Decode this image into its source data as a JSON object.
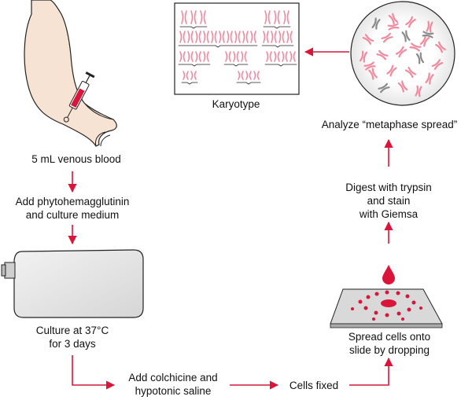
{
  "labels": {
    "venous_blood": "5 mL venous blood",
    "add_phyto_1": "Add phytohemagglutinin",
    "add_phyto_2": "and culture medium",
    "culture_1": "Culture at 37°C",
    "culture_2": "for 3 days",
    "colchicine_1": "Add colchicine and",
    "colchicine_2": "hypotonic saline",
    "cells_fixed": "Cells fixed",
    "spread_1": "Spread cells onto",
    "spread_2": "slide by dropping",
    "digest_1": "Digest with trypsin",
    "digest_2": "and stain",
    "digest_3": "with Giemsa",
    "analyze": "Analyze “metaphase spread”",
    "karyotype": "Karyotype"
  },
  "colors": {
    "arrow": "#d9163a",
    "chromosome": "#f08a9e",
    "skin": "#f7e3d3",
    "flask": "#e8e8e8",
    "outline": "#222222"
  }
}
